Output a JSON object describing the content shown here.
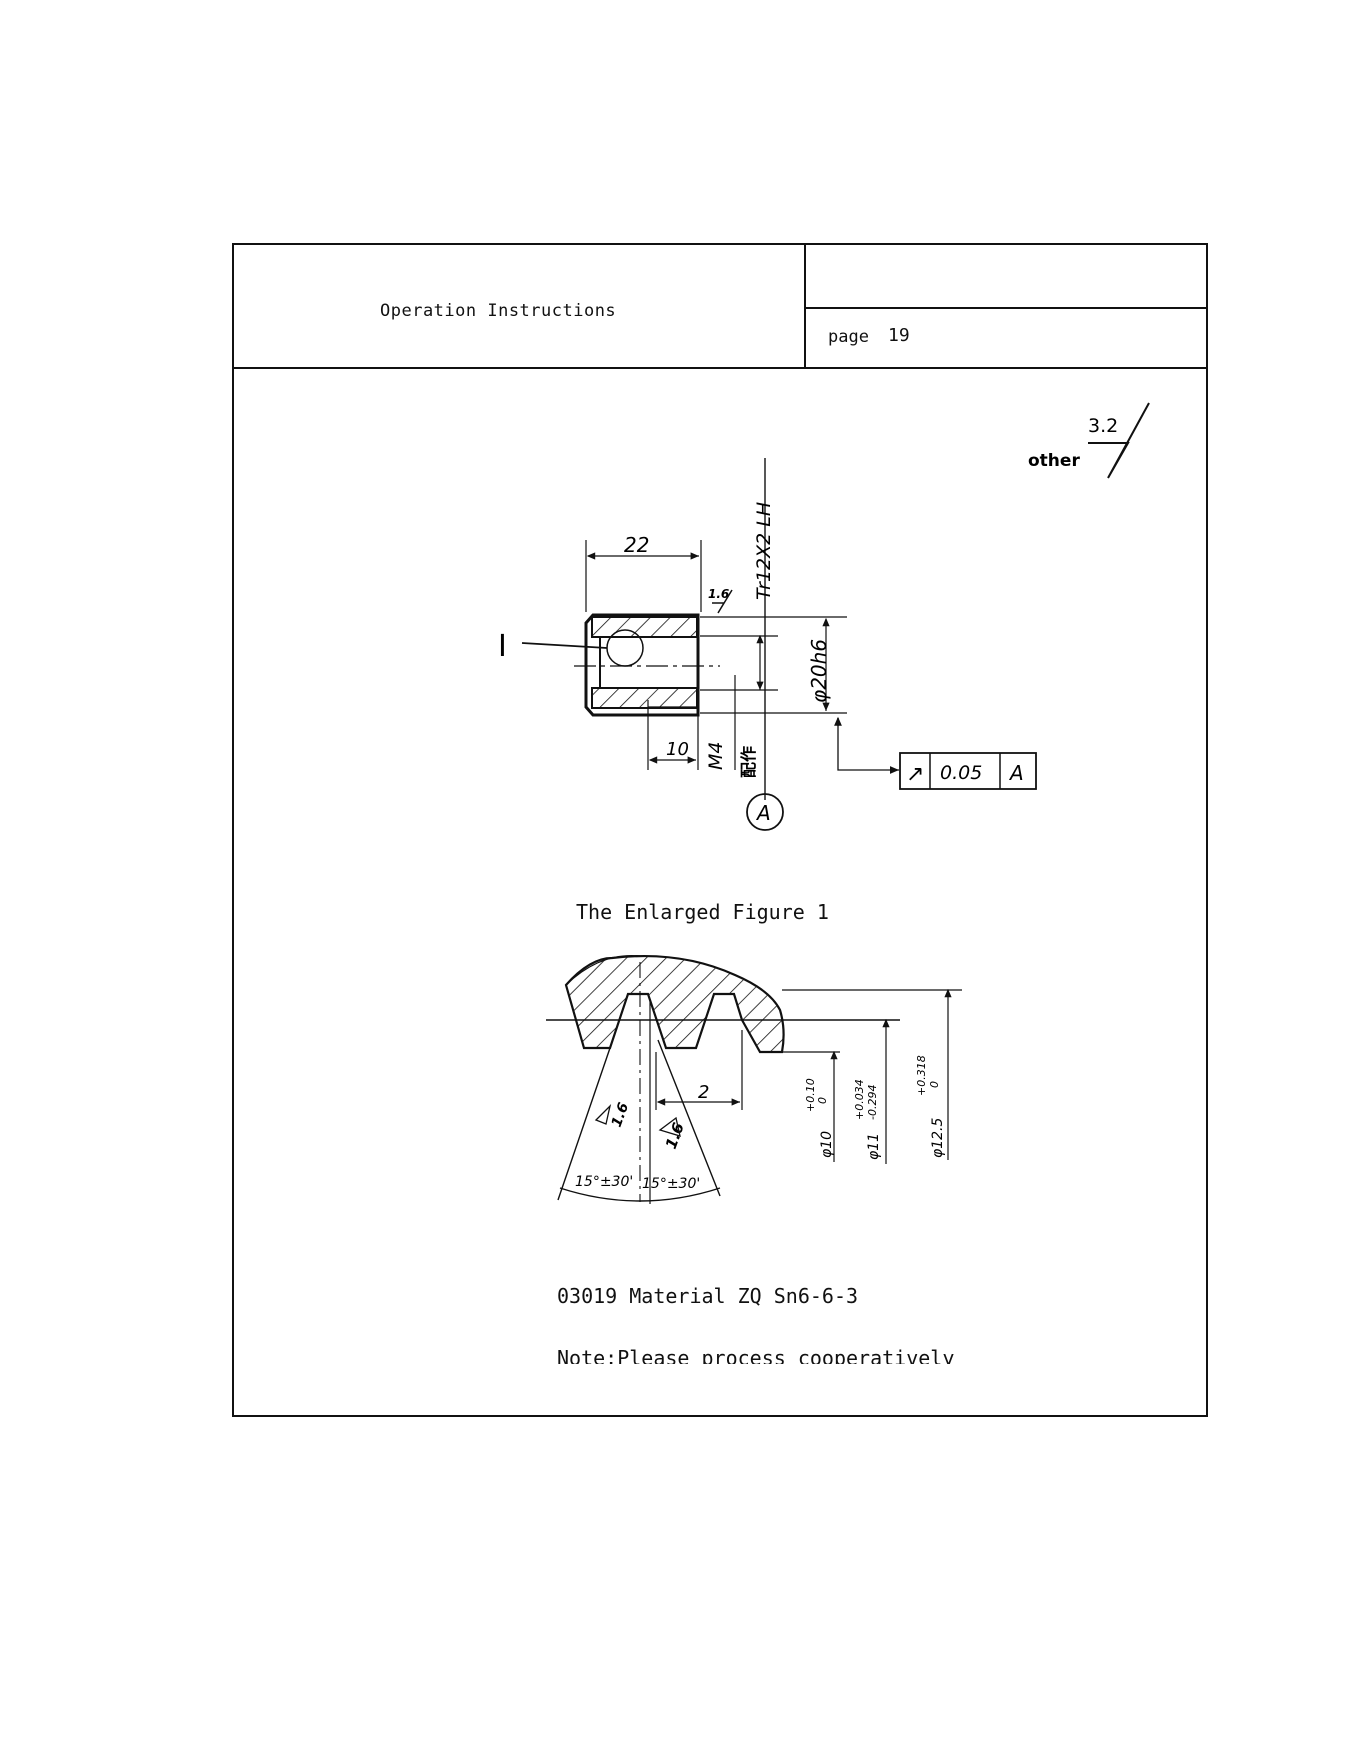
{
  "header": {
    "title": "Operation Instructions",
    "page_label": "page",
    "page_number": "19"
  },
  "roughness_default": {
    "value": "3.2",
    "label": "other"
  },
  "upper_view": {
    "dim_length": "22",
    "thread_spec": "Tr12X2 LH",
    "roughness_thread": "1.6",
    "diameter_spec": "φ20h6",
    "section_marker": "I",
    "dim_slot": "10",
    "tapped_hole": "M4",
    "tapped_note": "配作",
    "tolerance_frame": {
      "symbol": "↗",
      "value": "0.05",
      "datum": "A"
    },
    "datum_marker": "A"
  },
  "enlarged_view": {
    "title": "The Enlarged Figure 1",
    "pitch": "2",
    "roughness_left": "1.6",
    "roughness_right": "1.6",
    "angle_left": "15°±30'",
    "angle_right": "15°±30'",
    "dia_minor_base": "φ10",
    "dia_minor_tol_upper": "+0.10",
    "dia_minor_tol_lower": "0",
    "dia_pitch_base": "φ11",
    "dia_pitch_tol_upper": "+0.034",
    "dia_pitch_tol_lower": "-0.294",
    "dia_major_base": "φ12.5",
    "dia_major_tol_upper": "+0.318",
    "dia_major_tol_lower": "0"
  },
  "footer": {
    "material": "03019 Material ZQ Sn6-6-3",
    "note": "Note:Please process cooperatively"
  }
}
